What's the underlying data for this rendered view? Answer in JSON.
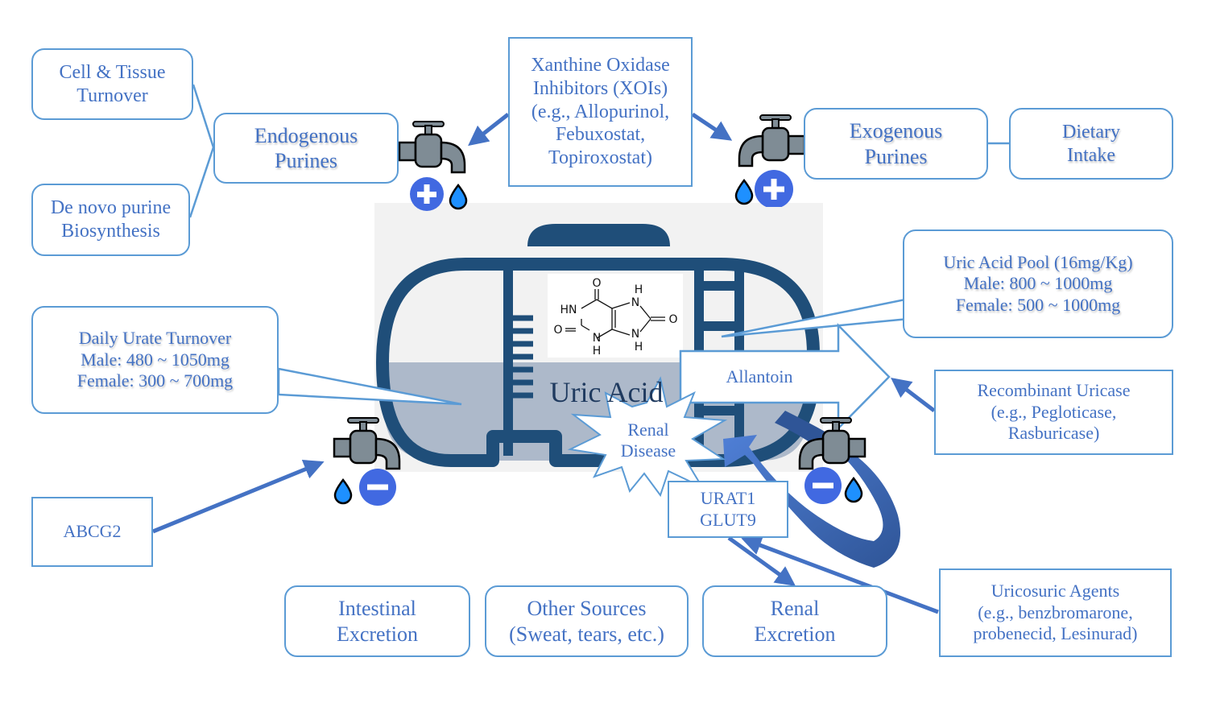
{
  "cell_turnover": [
    "Cell & Tissue",
    "Turnover"
  ],
  "denovo": [
    "De novo purine",
    "Biosynthesis"
  ],
  "endogenous": [
    "Endogenous",
    "Purines"
  ],
  "xoi": [
    "Xanthine Oxidase",
    "Inhibitors (XOIs)",
    "(e.g., Allopurinol,",
    "Febuxostat,",
    "Topiroxostat)"
  ],
  "exogenous": [
    "Exogenous",
    "Purines"
  ],
  "dietary": [
    "Dietary",
    "Intake"
  ],
  "uric_pool": [
    "Uric Acid Pool (16mg/Kg)",
    "Male: 800 ~ 1000mg",
    "Female: 500 ~ 1000mg"
  ],
  "daily_turnover": [
    "Daily Urate Turnover",
    "Male: 480 ~ 1050mg",
    "Female: 300 ~ 700mg"
  ],
  "allantoin": "Allantoin",
  "uricase": [
    "Recombinant Uricase",
    "(e.g., Pegloticase,",
    "Rasburicase)"
  ],
  "tank_label": "Uric Acid",
  "renal_disease": [
    "Renal",
    "Disease"
  ],
  "urat1": [
    "URAT1",
    "GLUT9"
  ],
  "abcg2": "ABCG2",
  "intestinal": [
    "Intestinal",
    "Excretion"
  ],
  "other_sources": [
    "Other Sources",
    "(Sweat, tears, etc.)"
  ],
  "renal_excretion": [
    "Renal",
    "Excretion"
  ],
  "uricosuric": [
    "Uricosuric Agents",
    "(e.g., benzbromarone,",
    "probenecid, Lesinurad)"
  ],
  "molecule_labels": {
    "o_top": "O",
    "o_left": "O",
    "o_right": "O",
    "hn": "HN",
    "h_top": "H",
    "n_top": "N",
    "n_bottom": "N",
    "h_bottom": "H",
    "n_bottom_right": "N",
    "h_bottom_right": "H"
  },
  "colors": {
    "box_border": "#5b9bd5",
    "text": "#4472c4",
    "arrow": "#4472c4",
    "tank": "#1f4e79",
    "liquid": "#adb9ca",
    "tank_bg": "#f2f2f2"
  },
  "icons": [
    "faucet-icon",
    "plus-circle-icon",
    "minus-circle-icon",
    "water-drop-icon"
  ]
}
